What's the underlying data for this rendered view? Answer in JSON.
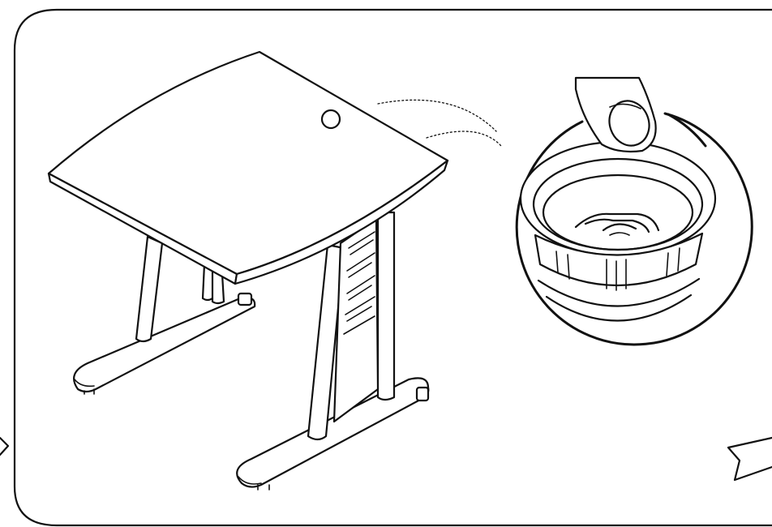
{
  "figure": {
    "kind": "assembly-instruction-step",
    "subject": "desk-with-grommet",
    "detail_callout": "cable-grommet-insert",
    "colors": {
      "line": "#111111",
      "background": "#ffffff",
      "frame": "#333333"
    },
    "icons": [
      "desk-illustration",
      "grommet-detail",
      "finger-press",
      "prev-step-arrow",
      "next-step-arrow"
    ]
  }
}
